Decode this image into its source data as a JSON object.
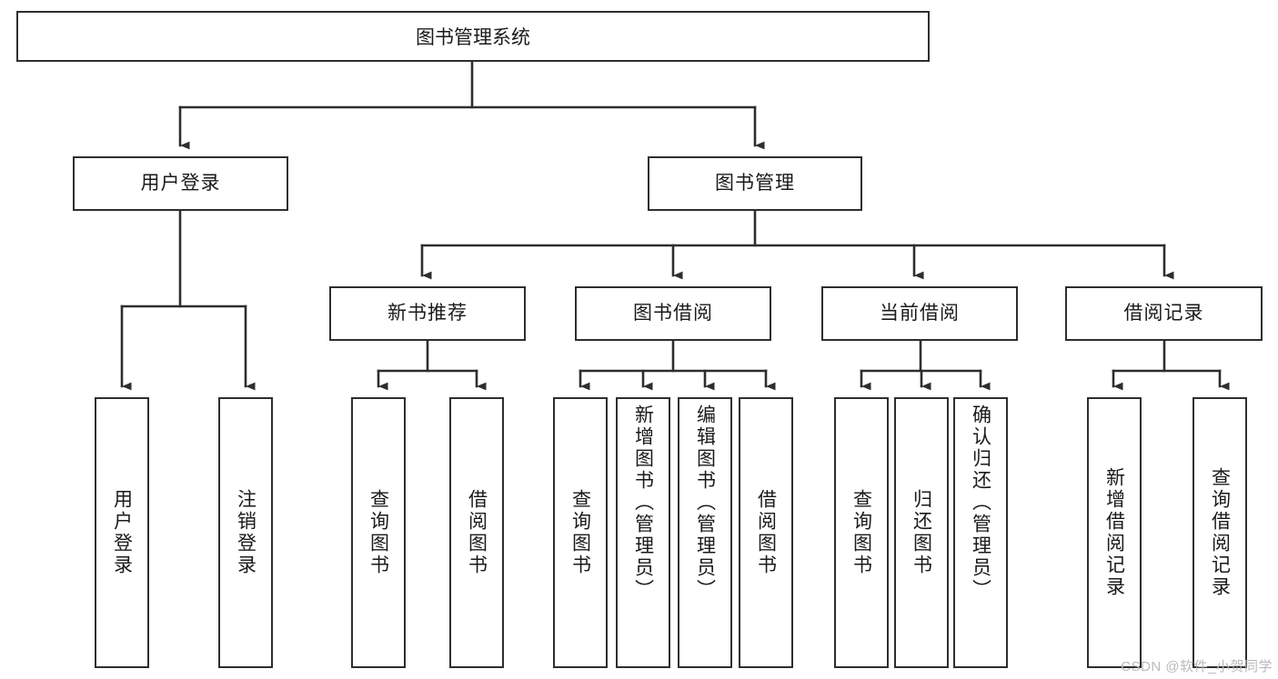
{
  "diagram": {
    "title": "图书管理系统",
    "type": "tree-structure-diagram",
    "stroke_color": "#2e2e2e",
    "fill_color": "#ffffff",
    "text_color": "#1a1a1a"
  },
  "root": {
    "label": "图书管理系统"
  },
  "level2": [
    {
      "label": "用户登录"
    },
    {
      "label": "图书管理"
    }
  ],
  "level3": [
    {
      "label": "新书推荐"
    },
    {
      "label": "图书借阅"
    },
    {
      "label": "当前借阅"
    },
    {
      "label": "借阅记录"
    }
  ],
  "leaves": {
    "user_login": [
      {
        "label": "用户登录"
      },
      {
        "label": "注销登录"
      }
    ],
    "new_book": [
      {
        "label": "查询图书"
      },
      {
        "label": "借阅图书"
      }
    ],
    "book_borrow": [
      {
        "label": "查询图书"
      },
      {
        "label": "新增图书（管理员）"
      },
      {
        "label": "编辑图书（管理员）"
      },
      {
        "label": "借阅图书"
      }
    ],
    "current_borrow": [
      {
        "label": "查询图书"
      },
      {
        "label": "归还图书"
      },
      {
        "label": "确认归还（管理员）"
      }
    ],
    "borrow_record": [
      {
        "label": "新增借阅记录"
      },
      {
        "label": "查询借阅记录"
      }
    ]
  },
  "watermark": {
    "text": "CSDN @软件_小贺同学"
  }
}
